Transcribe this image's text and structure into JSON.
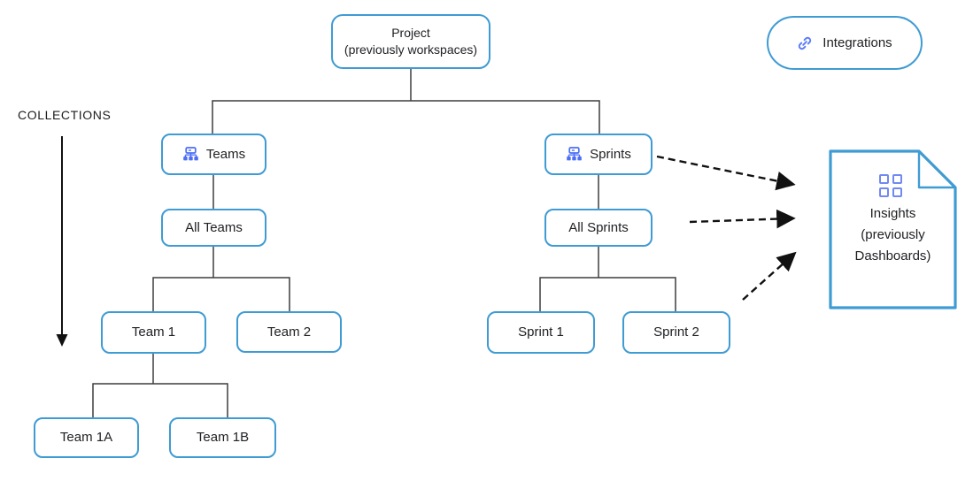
{
  "diagram": {
    "collections_label": "COLLECTIONS",
    "nodes": {
      "project": {
        "line1": "Project",
        "line2": "(previously workspaces)"
      },
      "integrations": {
        "label": "Integrations",
        "icon": "link-icon"
      },
      "teams": {
        "label": "Teams",
        "icon": "org-chart-icon"
      },
      "all_teams": {
        "label": "All Teams"
      },
      "team_1": {
        "label": "Team 1"
      },
      "team_2": {
        "label": "Team 2"
      },
      "team_1a": {
        "label": "Team 1A"
      },
      "team_1b": {
        "label": "Team 1B"
      },
      "sprints": {
        "label": "Sprints",
        "icon": "org-chart-icon"
      },
      "all_sprints": {
        "label": "All Sprints"
      },
      "sprint_1": {
        "label": "Sprint 1"
      },
      "sprint_2": {
        "label": "Sprint 2"
      },
      "insights": {
        "line1": "Insights",
        "line2": "(previously",
        "line3": "Dashboards)",
        "icon": "grid-icon",
        "shape": "document-with-folded-corner"
      }
    },
    "edges": {
      "tree": [
        "project -> teams",
        "project -> sprints",
        "teams -> all_teams",
        "all_teams -> team_1",
        "all_teams -> team_2",
        "team_1 -> team_1a",
        "team_1 -> team_1b",
        "sprints -> all_sprints",
        "all_sprints -> sprint_1",
        "all_sprints -> sprint_2"
      ],
      "dashed_arrows": [
        "sprints -> insights",
        "all_sprints -> insights",
        "sprint_2 -> insights"
      ],
      "collections_arrow": "COLLECTIONS label -> down alongside teams hierarchy"
    }
  },
  "colors": {
    "node_border": "#3f9bd3",
    "icon_blue": "#4c6ef5",
    "insights_icon_blue": "#7189f0",
    "link_icon_blue": "#5c7cfa",
    "connector_line": "#3d3d3d",
    "arrow_black": "#111111",
    "text": "#202124",
    "background": "#ffffff"
  }
}
